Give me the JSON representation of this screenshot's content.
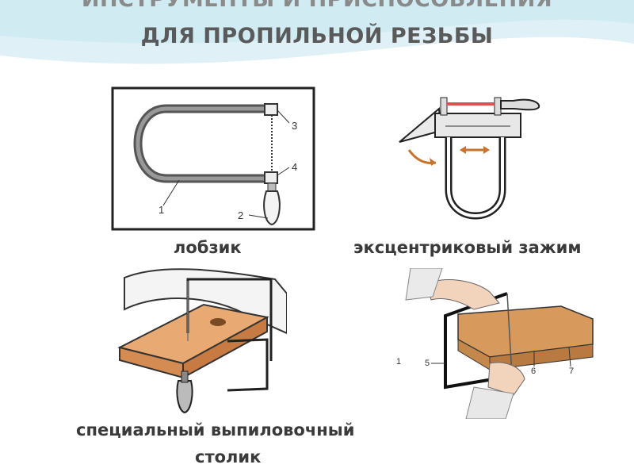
{
  "slide": {
    "title_line1": "ИНСТРУМЕНТЫ И ПРИСПОСОБЛЕНИЯ",
    "title_line2": "ДЛЯ ПРОПИЛЬНОЙ РЕЗЬБЫ",
    "accent_color": "#a9d8e6"
  },
  "figures": {
    "jigsaw": {
      "caption": "лобзик",
      "callouts": [
        "1",
        "2",
        "3",
        "4"
      ]
    },
    "clamp": {
      "caption": "эксцентриковый зажим"
    },
    "table": {
      "caption_line1": "специальный выпиловочный",
      "caption_line2": "столик"
    },
    "sawing": {
      "callouts": [
        "1",
        "5",
        "6",
        "7"
      ]
    }
  }
}
